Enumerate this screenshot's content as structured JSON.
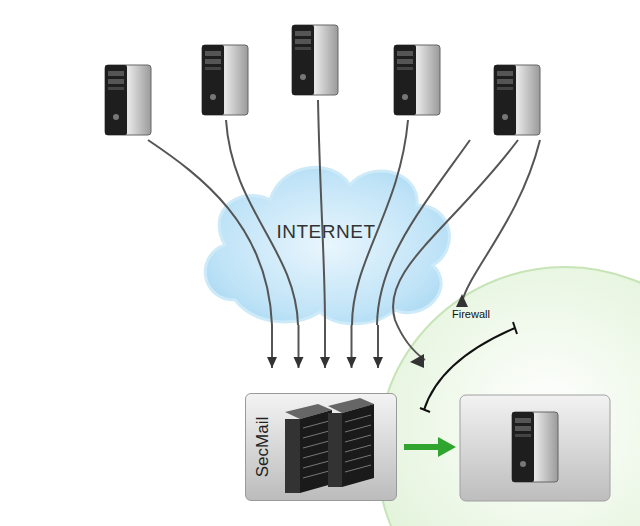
{
  "diagram": {
    "nodes": [
      {
        "text": [
          "INTERNET"
        ]
      },
      {
        "text": [
          "SecMail"
        ]
      }
    ],
    "edges": [
      {
        "from": 0,
        "to": 1,
        "arrow": "to"
      }
    ],
    "labels": [
      "Firewall"
    ]
  }
}
